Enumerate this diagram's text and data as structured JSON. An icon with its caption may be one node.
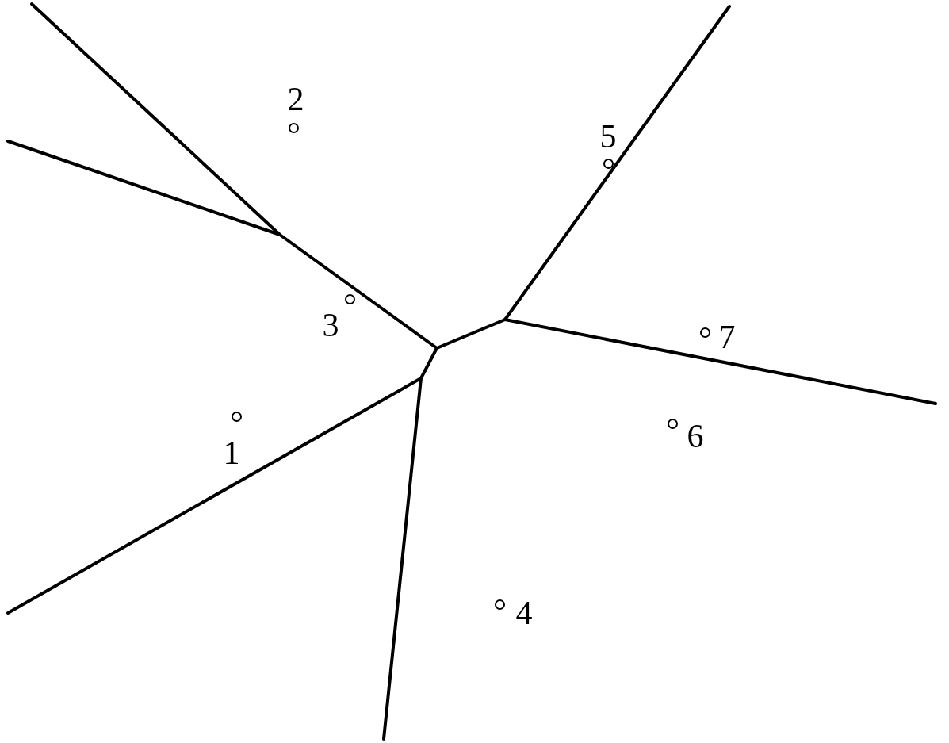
{
  "diagram": {
    "nodes": [
      {
        "text": [],
        "shape": "circle",
        "beside": [
          "1"
        ]
      },
      {
        "text": [],
        "shape": "circle",
        "beside": [
          "2"
        ]
      },
      {
        "text": [],
        "shape": "circle",
        "beside": [
          "3"
        ]
      },
      {
        "text": [],
        "shape": "circle",
        "beside": [
          "4"
        ]
      },
      {
        "text": [],
        "shape": "circle",
        "beside": [
          "5"
        ]
      },
      {
        "text": [],
        "shape": "circle",
        "beside": [
          "6"
        ]
      },
      {
        "text": [],
        "shape": "circle",
        "beside": [
          "7"
        ]
      }
    ]
  }
}
